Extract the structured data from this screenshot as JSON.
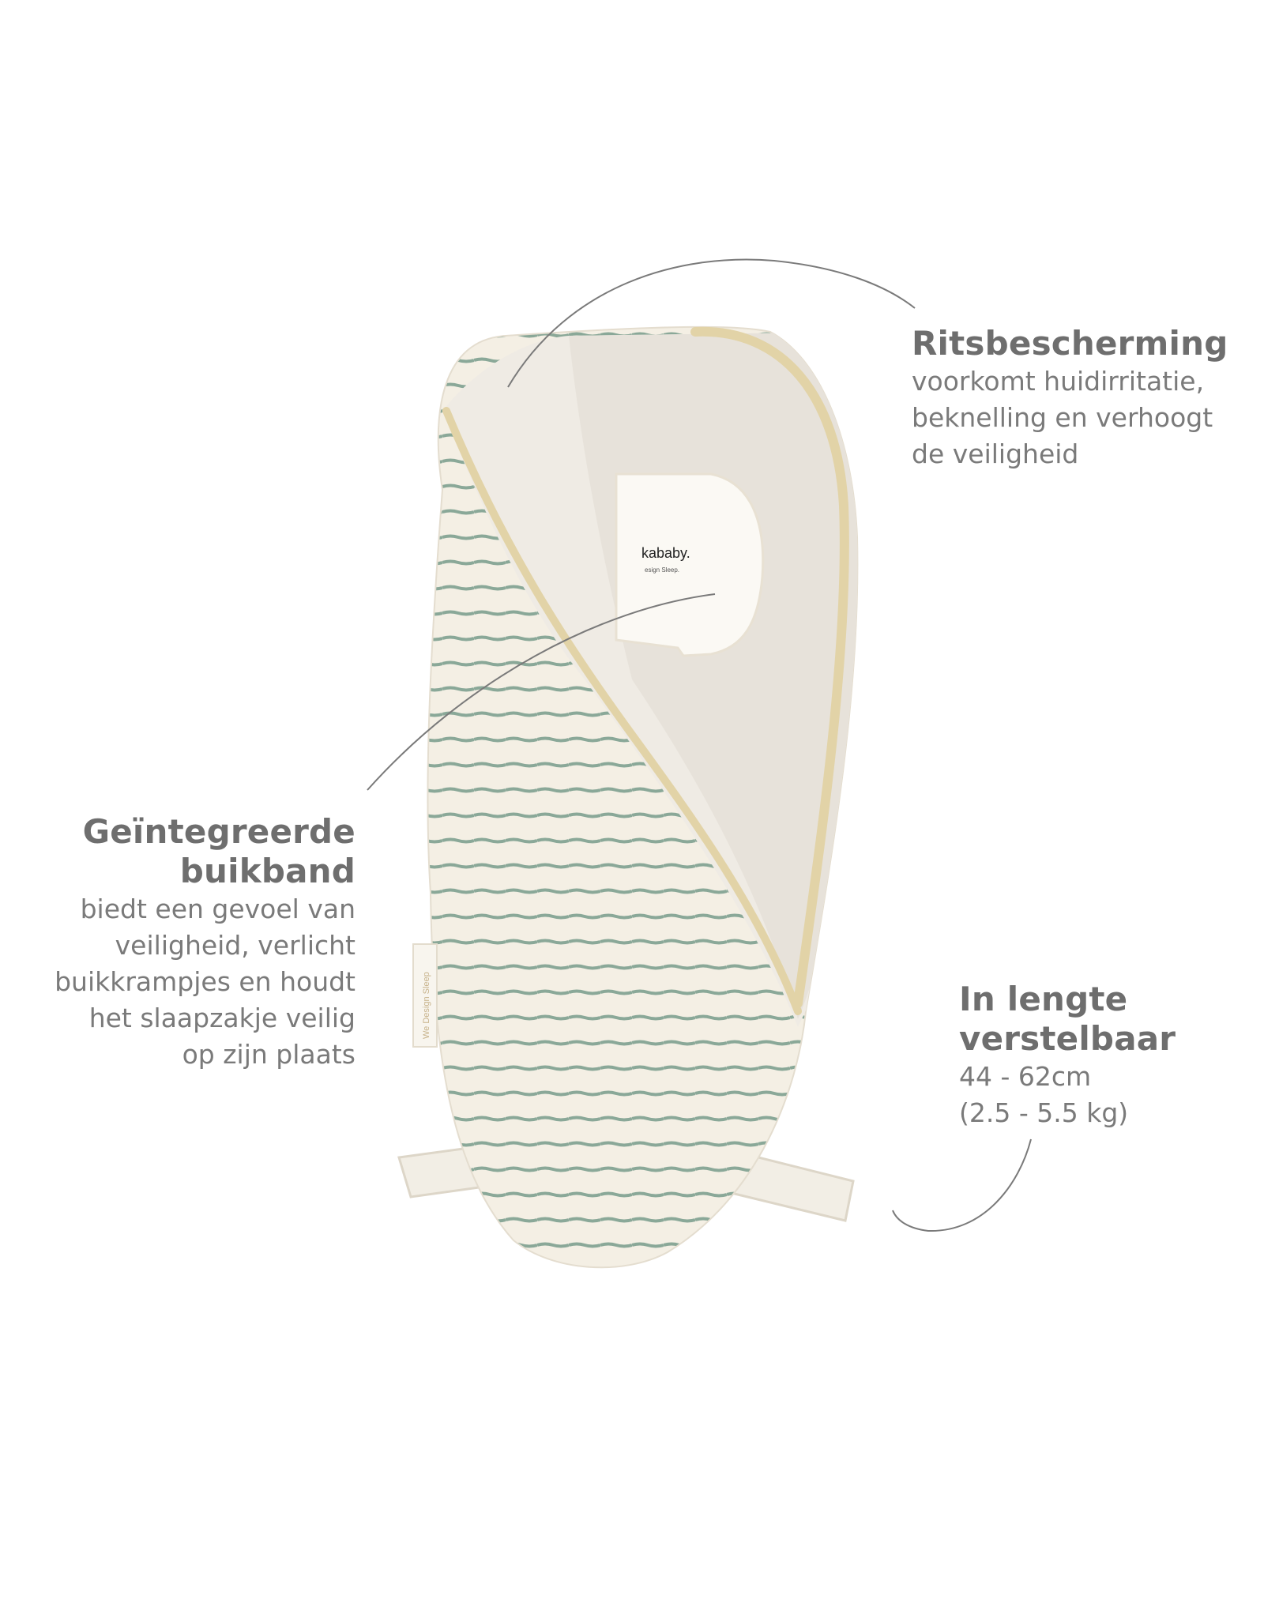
{
  "callouts": {
    "zip_protection": {
      "title": "Ritsbescherming",
      "lines": [
        "voorkomt huidirritatie,",
        "beknelling en verhoogt",
        "de veiligheid"
      ]
    },
    "belly_band": {
      "title_lines": [
        "Geïntegreerde",
        "buikband"
      ],
      "lines": [
        "biedt een gevoel van",
        "veiligheid, verlicht",
        "buikkrampjes en houdt",
        "het slaapzakje veilig",
        "op zijn plaats"
      ]
    },
    "adjustable_length": {
      "title_lines": [
        "In lengte",
        "verstelbaar"
      ],
      "lines": [
        "44 - 62cm",
        "(2.5 - 5.5 kg)"
      ]
    }
  },
  "product": {
    "brand_label": "kababy.",
    "brand_tagline": "esign Sleep.",
    "side_label": "We Design Sleep"
  },
  "colors": {
    "stripe": "#8aa898",
    "fabric": "#f3eee3",
    "lining": "#ece8e2",
    "zip": "#e2d3a7",
    "pointer_line": "#7a7a7a"
  }
}
